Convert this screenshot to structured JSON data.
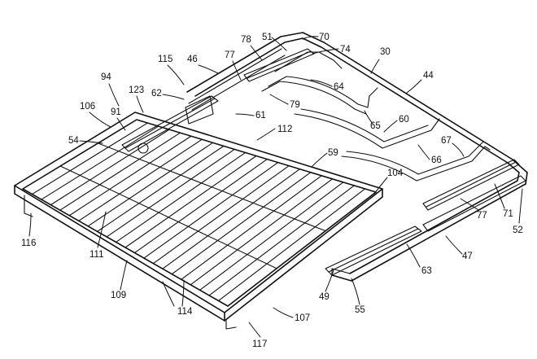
{
  "figure": {
    "labels": {
      "l30": "30",
      "l44": "44",
      "l46": "46",
      "l47": "47",
      "l49": "49",
      "l51": "51",
      "l52": "52",
      "l54": "54",
      "l55": "55",
      "l59": "59",
      "l60": "60",
      "l61": "61",
      "l62": "62",
      "l63": "63",
      "l64": "64",
      "l65": "65",
      "l66": "66",
      "l67": "67",
      "l70": "70",
      "l71": "71",
      "l74": "74",
      "l77a": "77",
      "l77b": "77",
      "l78": "78",
      "l79": "79",
      "l91": "91",
      "l94": "94",
      "l104": "104",
      "l106": "106",
      "l107": "107",
      "l109": "109",
      "l111": "111",
      "l112": "112",
      "l114": "114",
      "l115": "115",
      "l116": "116",
      "l117": "117",
      "l123": "123"
    }
  }
}
